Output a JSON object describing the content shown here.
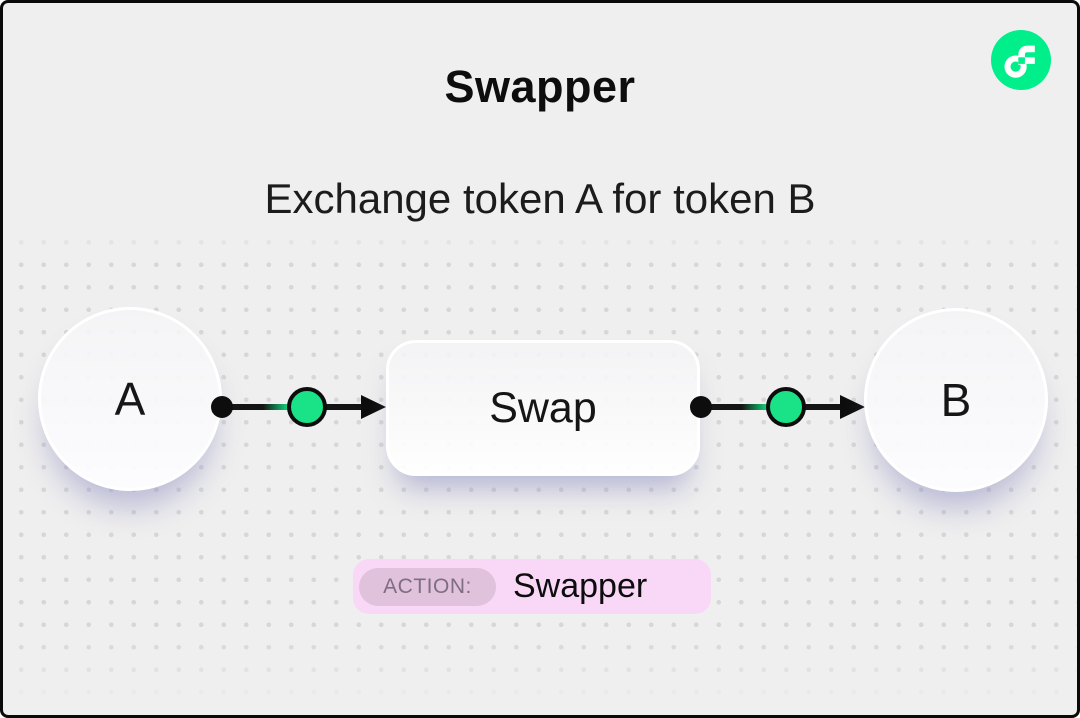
{
  "window": {
    "background": "#efefef",
    "border_color": "#0a0a0a",
    "dot_color": "#d7d7d9"
  },
  "header": {
    "title": "Swapper",
    "subtitle": "Exchange token A for token B"
  },
  "logo": {
    "name": "flow-logo",
    "color": "#00ef8b"
  },
  "diagram": {
    "source_node": {
      "label": "A"
    },
    "process_node": {
      "label": "Swap"
    },
    "target_node": {
      "label": "B"
    },
    "colors": {
      "connector": "#141414",
      "port_green": "#19e287",
      "node_border": "#ffffff",
      "shadow": "rgba(125,125,185,0.45)"
    }
  },
  "action_badge": {
    "label": "ACTION:",
    "value": "Swapper",
    "colors": {
      "bg": "#f8d8f6",
      "label_bg": "#e0c2dc",
      "label_text": "#7f6e80"
    }
  }
}
